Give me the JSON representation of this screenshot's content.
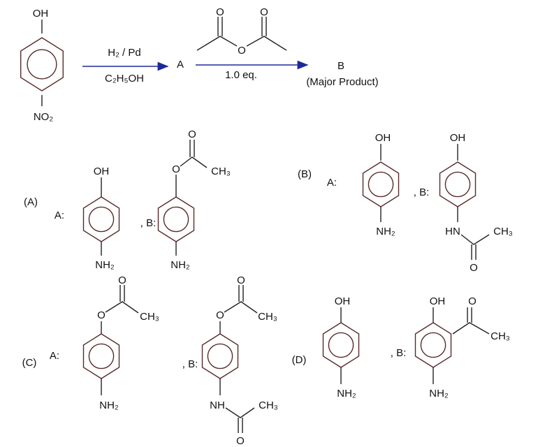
{
  "reaction": {
    "reactant_top": "OH",
    "reactant_bottom": "NO₂",
    "step1_reagent_top": "H₂ / Pd",
    "step1_reagent_bottom": "C₂H₅OH",
    "intermediate": "A",
    "anhydride_o1": "O",
    "anhydride_o2": "O",
    "anhydride_o_bridge": "O",
    "step2_reagent_bottom": "1.0 eq.",
    "product": "B",
    "product_note": "(Major Product)",
    "arrow_color": "#1b2a9a"
  },
  "options": {
    "A": {
      "label": "(A)",
      "a_label": "A:",
      "b_label": ", B:",
      "a_top": "OH",
      "a_bottom": "NH₂",
      "b_o": "O",
      "b_carbonyl_o": "O",
      "b_ch3": "CH₃",
      "b_bottom": "NH₂"
    },
    "B": {
      "label": "(B)",
      "a_label": "A:",
      "b_label": ", B:",
      "a_top": "OH",
      "a_bottom": "NH₂",
      "b_top": "OH",
      "b_hn": "HN",
      "b_ch3": "CH₃",
      "b_carbonyl_o": "O"
    },
    "C": {
      "label": "(C)",
      "a_label": "A:",
      "b_label": ", B:",
      "a_o": "O",
      "a_carbonyl_o": "O",
      "a_ch3": "CH₃",
      "a_bottom": "NH₂",
      "b_o": "O",
      "b_carbonyl_o": "O",
      "b_ch3": "CH₃",
      "b_nh": "NH",
      "b_ch3_2": "CH₃",
      "b_carbonyl_o2": "O"
    },
    "D": {
      "label": "(D)",
      "a_label": "",
      "b_label": ", B:",
      "a_top": "OH",
      "a_bottom": "NH₂",
      "b_top": "OH",
      "b_carbonyl_o": "O",
      "b_ch3": "CH₃",
      "b_bottom": "NH₂"
    }
  }
}
